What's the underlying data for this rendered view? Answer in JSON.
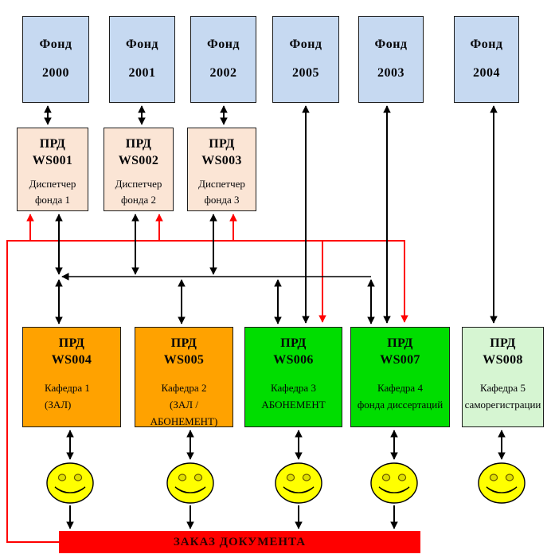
{
  "diagram": {
    "funds": [
      {
        "name": "Фонд",
        "year": "2000"
      },
      {
        "name": "Фонд",
        "year": "2001"
      },
      {
        "name": "Фонд",
        "year": "2002"
      },
      {
        "name": "Фонд",
        "year": "2005"
      },
      {
        "name": "Фонд",
        "year": "2003"
      },
      {
        "name": "Фонд",
        "year": "2004"
      }
    ],
    "dispatchers": [
      {
        "sys": "ПРД",
        "ws": "WS001",
        "role1": "Диспетчер",
        "role2": "фонда 1"
      },
      {
        "sys": "ПРД",
        "ws": "WS002",
        "role1": "Диспетчер",
        "role2": "фонда 2"
      },
      {
        "sys": "ПРД",
        "ws": "WS003",
        "role1": "Диспетчер",
        "role2": "фонда 3"
      }
    ],
    "stations": [
      {
        "sys": "ПРД",
        "ws": "WS004",
        "dept": "Кафедра 1",
        "note": "(ЗАЛ)"
      },
      {
        "sys": "ПРД",
        "ws": "WS005",
        "dept": "Кафедра 2",
        "note": "(ЗАЛ / АБОНЕМЕНТ)"
      },
      {
        "sys": "ПРД",
        "ws": "WS006",
        "dept": "Кафедра 3",
        "note": "АБОНЕМЕНТ"
      },
      {
        "sys": "ПРД",
        "ws": "WS007",
        "dept": "Кафедра 4",
        "note": "фонда диссертаций"
      },
      {
        "sys": "ПРД",
        "ws": "WS008",
        "dept": "Кафедра 5",
        "note": "саморегистрации"
      }
    ],
    "order_bar": {
      "label": "ЗАКАЗ ДОКУМЕНТА"
    },
    "colors": {
      "fund_fill": "#c6d9f1",
      "dispatcher_fill": "#fbe5d5",
      "hall_fill": "#ffa200",
      "loan_fill": "#00dd00",
      "selfreg_fill": "#d6f5d2",
      "smiley_fill": "#ffff00",
      "smiley_eye_fill": "#dede00",
      "accent_red": "#ff0000"
    }
  }
}
